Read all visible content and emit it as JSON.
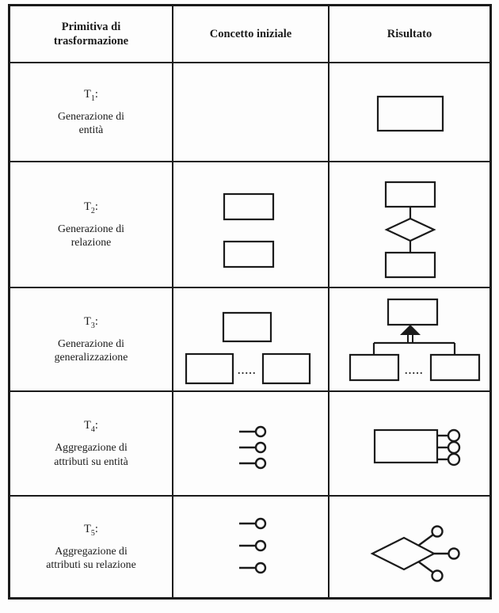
{
  "figure": {
    "colors": {
      "ink": "#1b1b1b",
      "paper": "#fdfdfd"
    },
    "headers": [
      {
        "lines": [
          "Primitiva di",
          "trasformazione"
        ]
      },
      {
        "lines": [
          "Concetto iniziale"
        ]
      },
      {
        "lines": [
          "Risultato"
        ]
      }
    ],
    "rows": [
      {
        "t": "T",
        "sub": "1",
        "colon": ":",
        "name1": "Generazione di",
        "name2": "entità",
        "initial_icon": "empty",
        "result_icon": "entity-rectangle"
      },
      {
        "t": "T",
        "sub": "2",
        "colon": ":",
        "name1": "Generazione di",
        "name2": "relazione",
        "initial_icon": "two-entity-rectangles",
        "result_icon": "entity-relationship-entity"
      },
      {
        "t": "T",
        "sub": "3",
        "colon": ":",
        "name1": "Generazione di",
        "name2": "generalizzazione",
        "dots": ".....",
        "initial_icon": "parent-and-child-entities",
        "result_icon": "generalization-hierarchy"
      },
      {
        "t": "T",
        "sub": "4",
        "colon": ":",
        "name1": "Aggregazione di",
        "name2": "attributi su entità",
        "initial_icon": "three-attributes",
        "result_icon": "entity-with-three-attributes"
      },
      {
        "t": "T",
        "sub": "5",
        "colon": ":",
        "name1": "Aggregazione di",
        "name2": "attributi su relazione",
        "initial_icon": "three-attributes",
        "result_icon": "relationship-with-three-attributes"
      }
    ]
  }
}
